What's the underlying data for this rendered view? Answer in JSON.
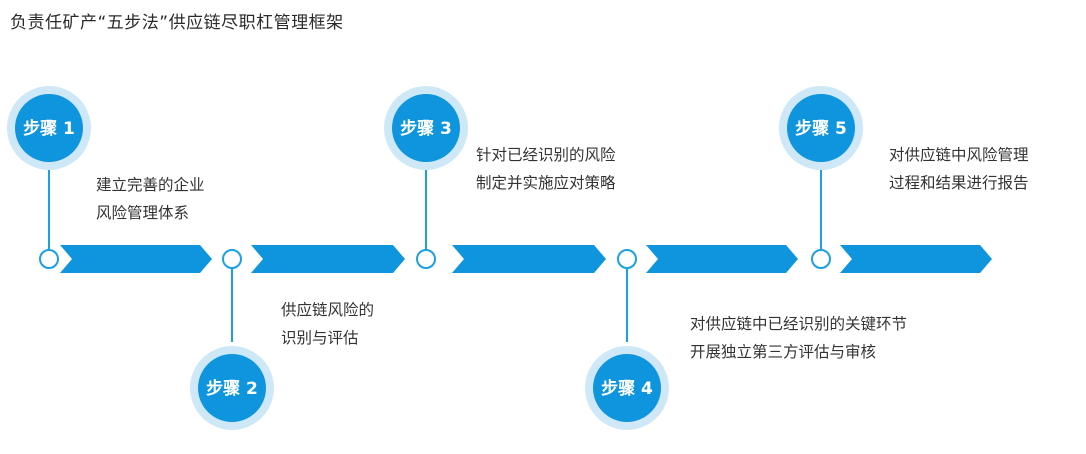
{
  "title": "负责任矿产“五步法”供应链尽职杠管理框架",
  "colors": {
    "accent": "#0f95de",
    "ring": "#cfe8f7",
    "line": "#1ba0e2"
  },
  "steps": [
    {
      "label": "步骤 1",
      "lines": [
        "建立完善的企业",
        "风险管理体系"
      ]
    },
    {
      "label": "步骤 2",
      "lines": [
        "供应链风险的",
        "识别与评估"
      ]
    },
    {
      "label": "步骤 3",
      "lines": [
        "针对已经识别的风险",
        "制定并实施应对策略"
      ]
    },
    {
      "label": "步骤 4",
      "lines": [
        "对供应链中已经识别的关键环节",
        "开展独立第三方评估与审核"
      ]
    },
    {
      "label": "步骤 5",
      "lines": [
        "对供应链中风险管理",
        "过程和结果进行报告"
      ]
    }
  ]
}
